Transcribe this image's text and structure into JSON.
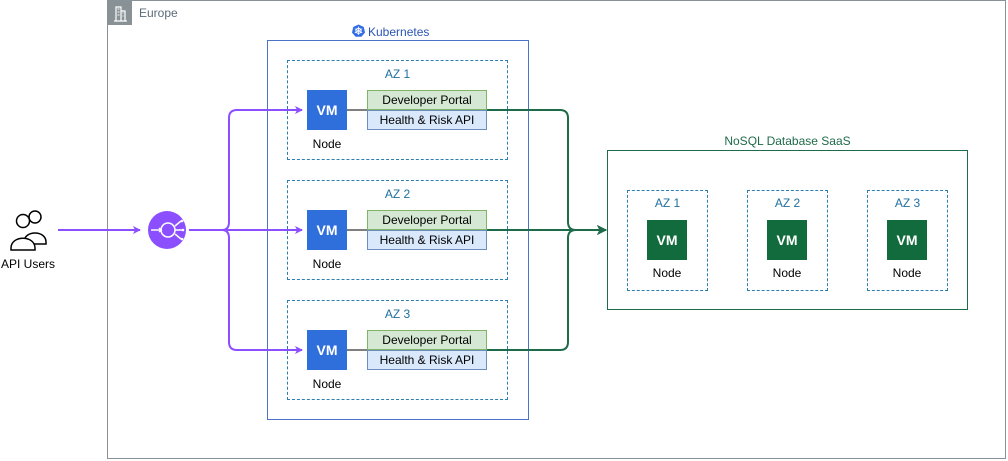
{
  "region": {
    "label": "Europe",
    "icon": "building-icon"
  },
  "kubernetes": {
    "label": "Kubernetes",
    "icon": "kubernetes-icon"
  },
  "users": {
    "label": "API Users",
    "icon": "users-icon"
  },
  "load_balancer": {
    "icon": "load-balancer-icon",
    "color": "#8c4fff"
  },
  "k8s_azs": [
    {
      "label": "AZ 1",
      "vm": "VM",
      "node": "Node",
      "service_top": "Developer Portal",
      "service_bottom": "Health & Risk API"
    },
    {
      "label": "AZ 2",
      "vm": "VM",
      "node": "Node",
      "service_top": "Developer Portal",
      "service_bottom": "Health & Risk API"
    },
    {
      "label": "AZ 3",
      "vm": "VM",
      "node": "Node",
      "service_top": "Developer Portal",
      "service_bottom": "Health & Risk API"
    }
  ],
  "nosql": {
    "label": "NoSQL Database SaaS",
    "azs": [
      {
        "label": "AZ 1",
        "vm": "VM",
        "node": "Node"
      },
      {
        "label": "AZ 2",
        "vm": "VM",
        "node": "Node"
      },
      {
        "label": "AZ 3",
        "vm": "VM",
        "node": "Node"
      }
    ]
  },
  "colors": {
    "ingress": "#8c4fff",
    "egress": "#1e6b4a",
    "vm_blue": "#2f6fdc",
    "vm_green": "#116b3c"
  }
}
